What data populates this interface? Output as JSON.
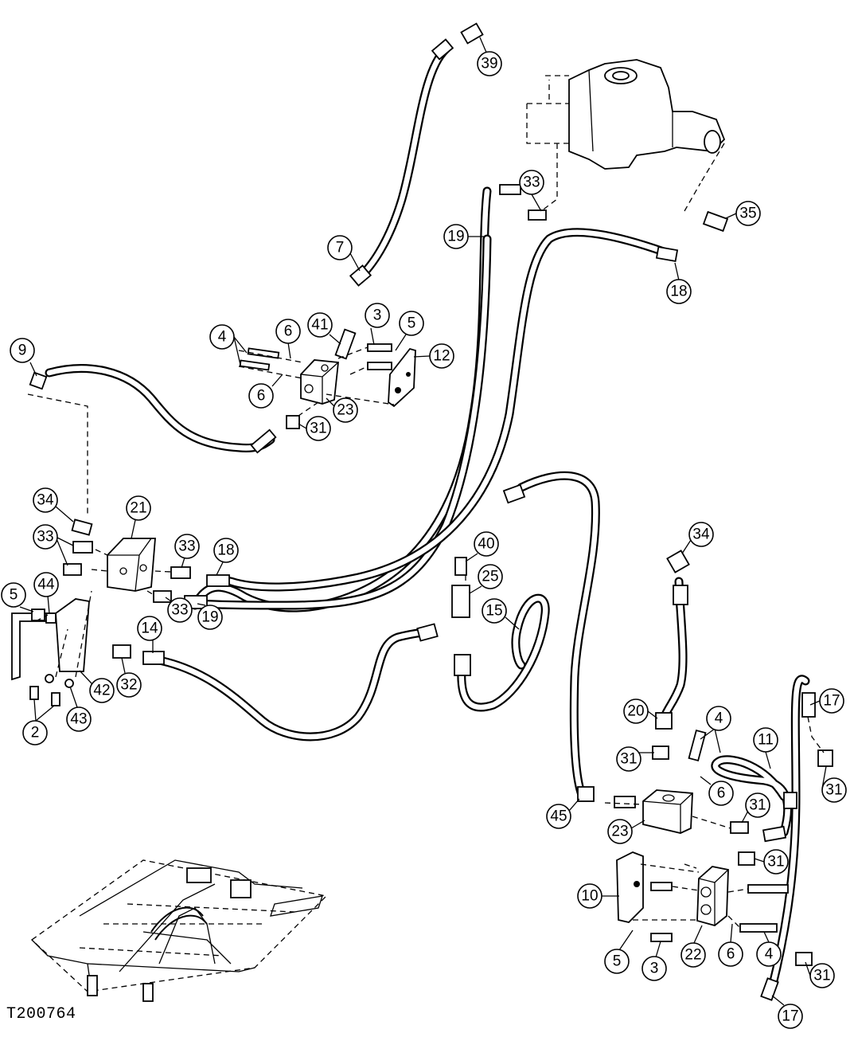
{
  "figure_id": "T200764",
  "callouts": [
    {
      "label": "39"
    },
    {
      "label": "7"
    },
    {
      "label": "33"
    },
    {
      "label": "35"
    },
    {
      "label": "19"
    },
    {
      "label": "18"
    },
    {
      "label": "3"
    },
    {
      "label": "5"
    },
    {
      "label": "4"
    },
    {
      "label": "6"
    },
    {
      "label": "41"
    },
    {
      "label": "12"
    },
    {
      "label": "9"
    },
    {
      "label": "6"
    },
    {
      "label": "23"
    },
    {
      "label": "31"
    },
    {
      "label": "34"
    },
    {
      "label": "21"
    },
    {
      "label": "33"
    },
    {
      "label": "33"
    },
    {
      "label": "18"
    },
    {
      "label": "40"
    },
    {
      "label": "44"
    },
    {
      "label": "25"
    },
    {
      "label": "5"
    },
    {
      "label": "15"
    },
    {
      "label": "14"
    },
    {
      "label": "33"
    },
    {
      "label": "19"
    },
    {
      "label": "32"
    },
    {
      "label": "42"
    },
    {
      "label": "43"
    },
    {
      "label": "2"
    },
    {
      "label": "34"
    },
    {
      "label": "20"
    },
    {
      "label": "4"
    },
    {
      "label": "17"
    },
    {
      "label": "11"
    },
    {
      "label": "31"
    },
    {
      "label": "6"
    },
    {
      "label": "31"
    },
    {
      "label": "45"
    },
    {
      "label": "23"
    },
    {
      "label": "31"
    },
    {
      "label": "31"
    },
    {
      "label": "10"
    },
    {
      "label": "22"
    },
    {
      "label": "6"
    },
    {
      "label": "4"
    },
    {
      "label": "5"
    },
    {
      "label": "3"
    },
    {
      "label": "31"
    },
    {
      "label": "17"
    }
  ]
}
